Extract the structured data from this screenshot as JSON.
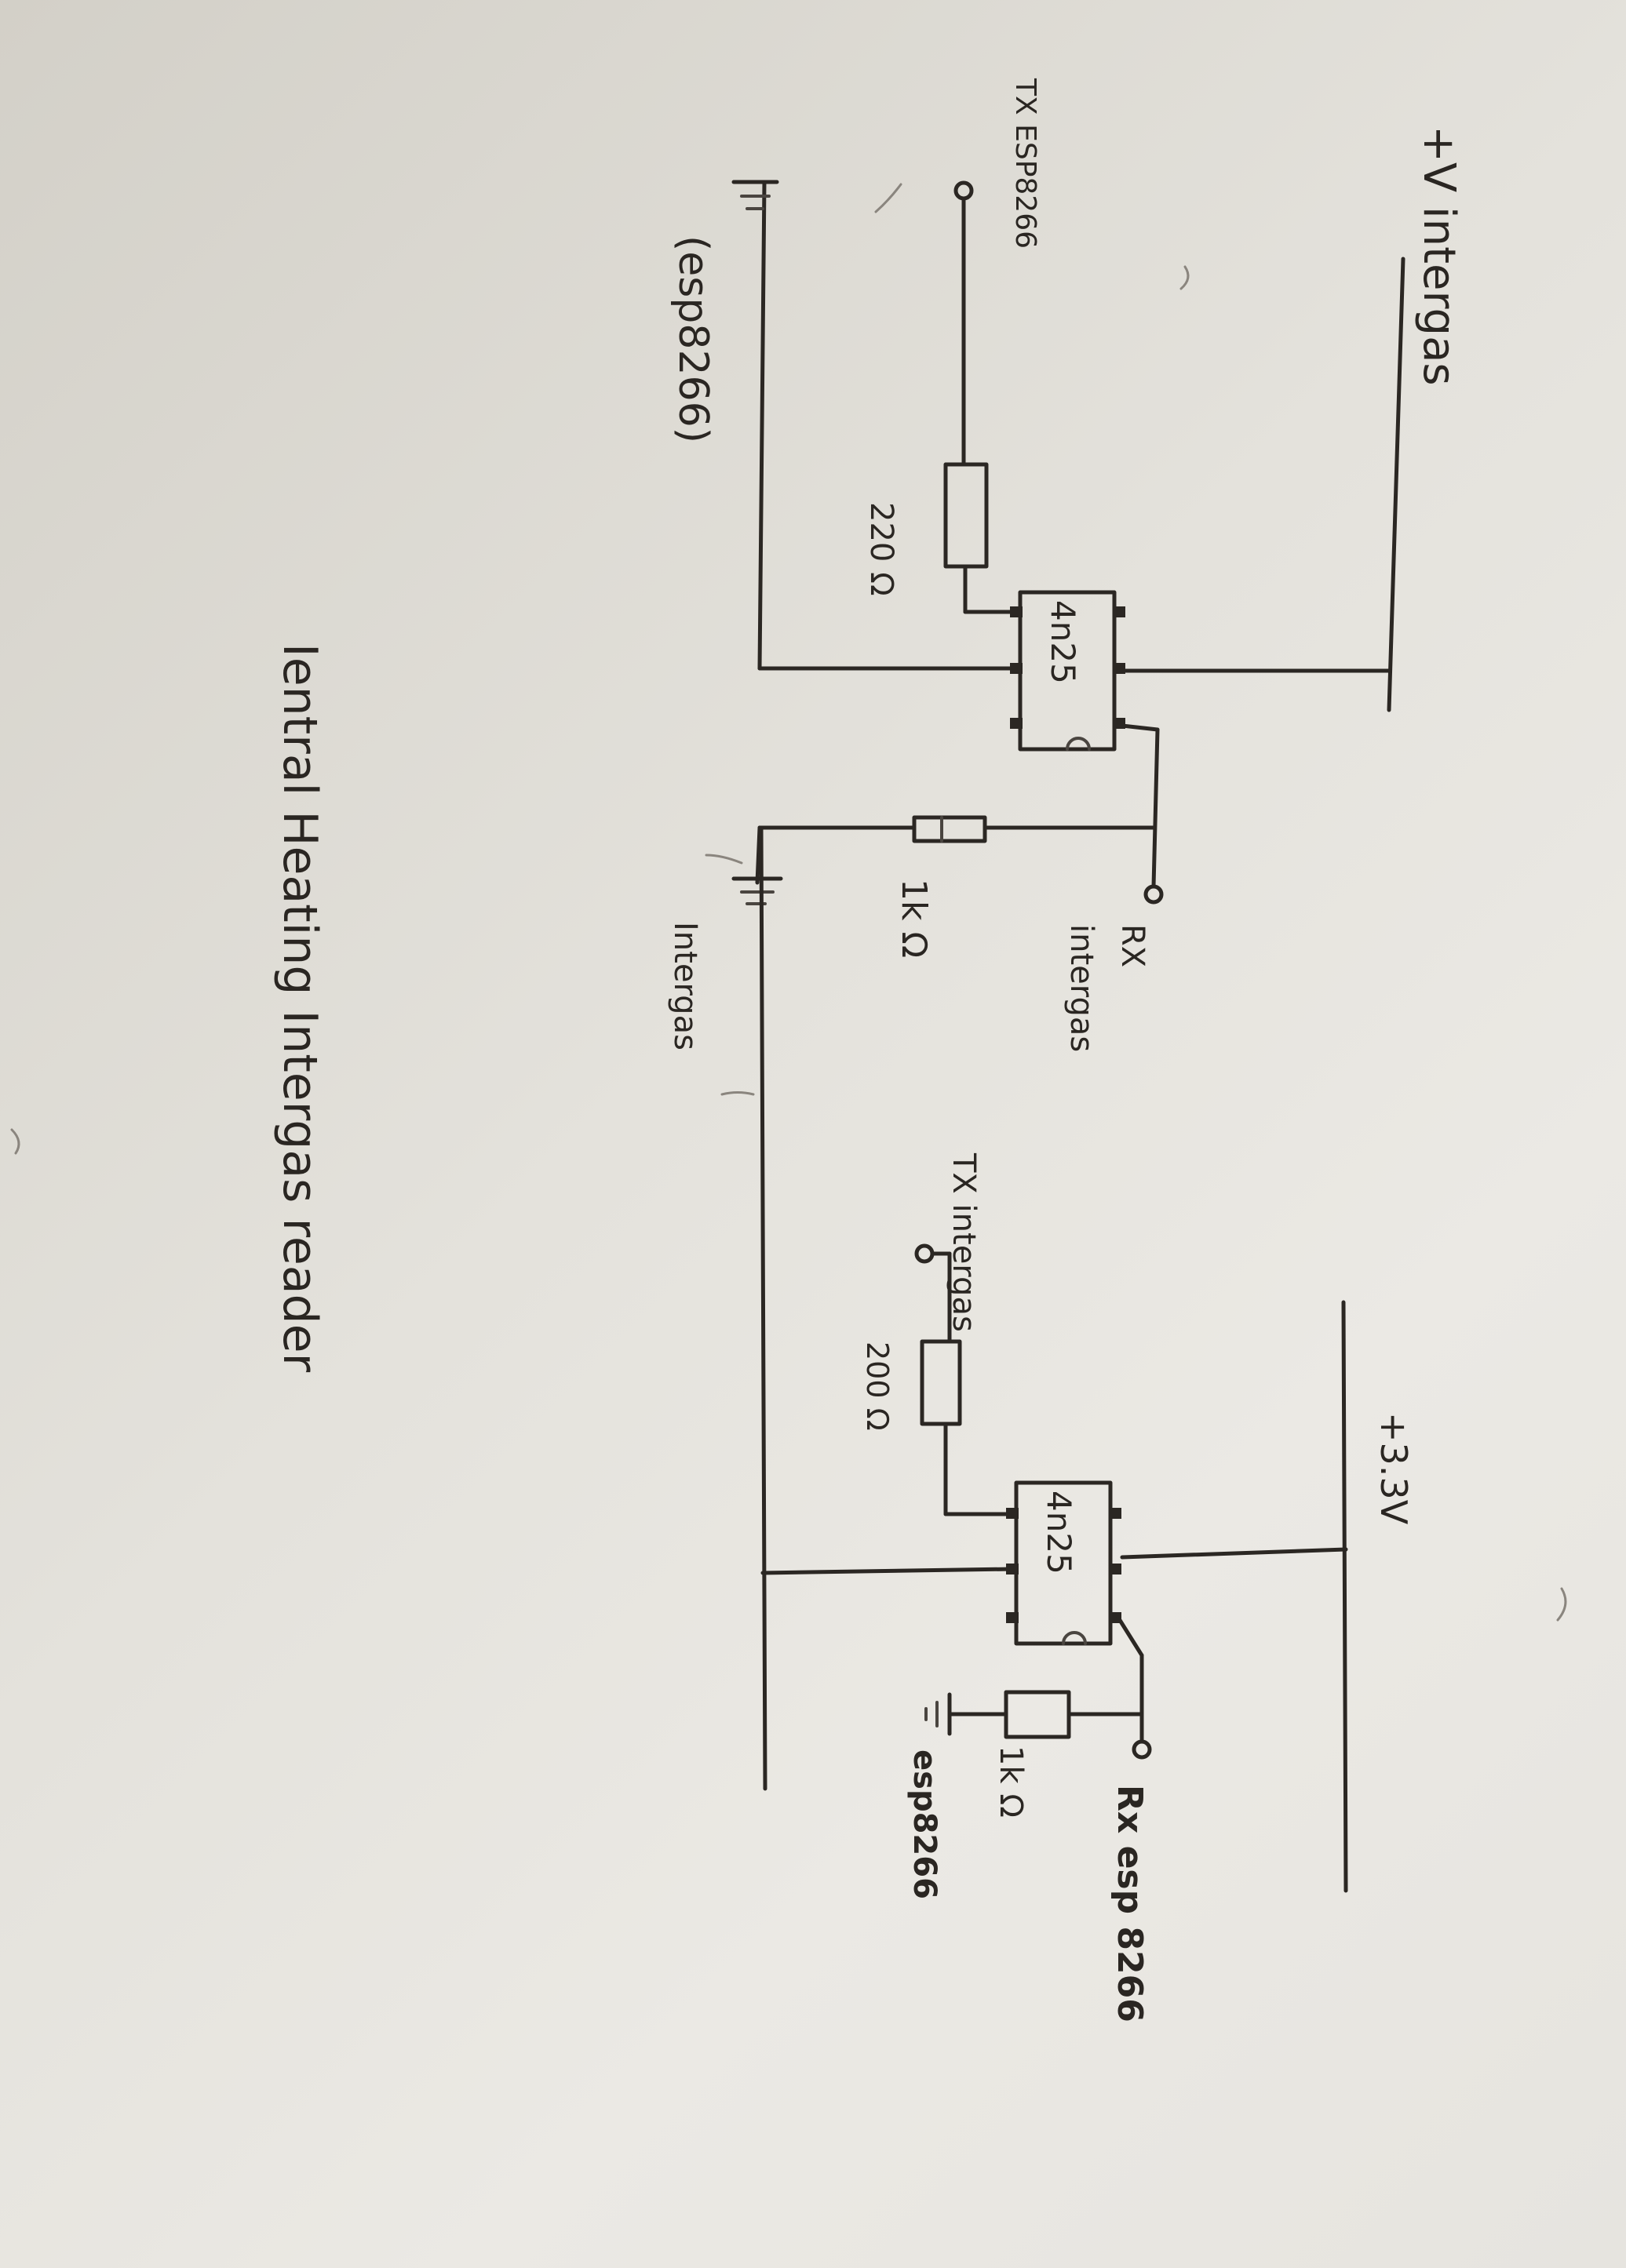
{
  "diagram": {
    "title": "Ientral Heating Intergas reader",
    "top_circuit": {
      "supply_label": "+V intergas",
      "input_label": "TX ESP8266",
      "ground_label": "(esp8266)",
      "input_resistor": "220 Ω",
      "optocoupler": "4n25",
      "output_resistor": "1k Ω",
      "output_label": "RX",
      "output_sublabel": "intergas",
      "output_ground_label": "Intergas"
    },
    "bottom_circuit": {
      "supply_label": "+3.3V",
      "input_label": "TX intergas",
      "input_resistor": "200 Ω",
      "optocoupler": "4n25",
      "output_resistor": "1k Ω",
      "output_label": "Rx esp 8266",
      "output_ground_label": "esp8266"
    }
  }
}
